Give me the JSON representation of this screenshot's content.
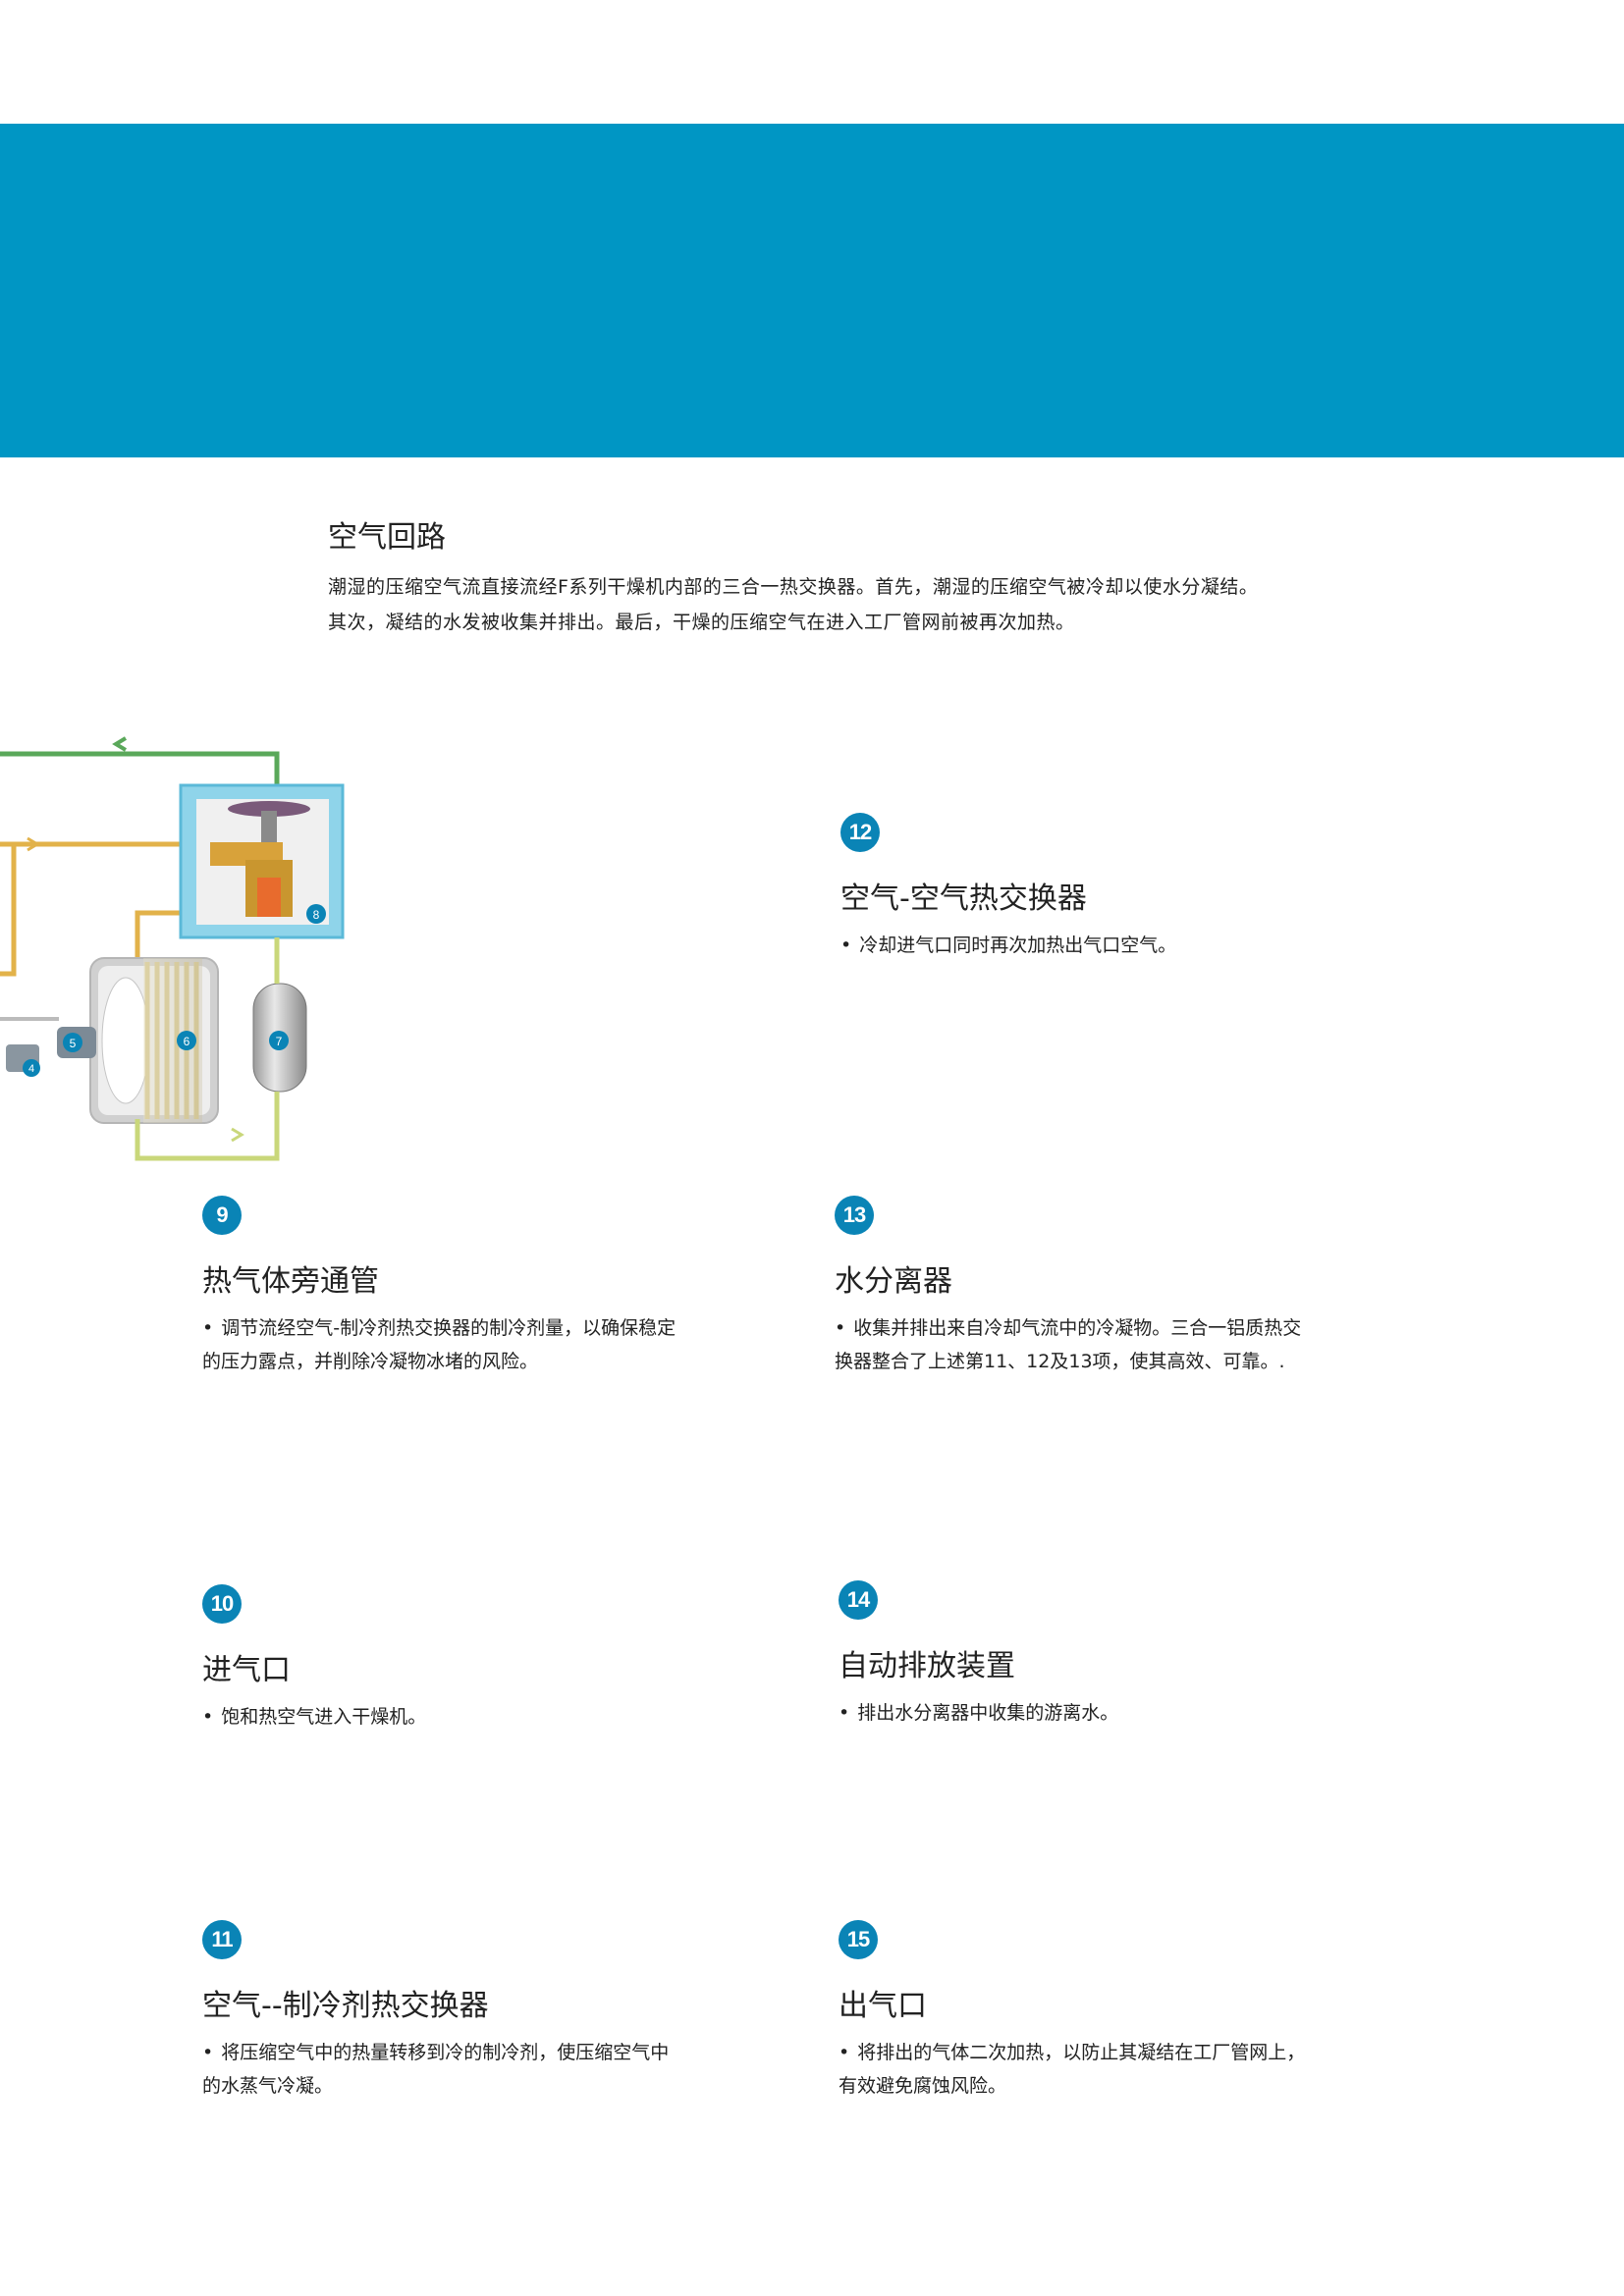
{
  "colors": {
    "banner": "#0096c4",
    "badge": "#0a84b6",
    "pipe_green": "#4caf50",
    "pipe_yellow": "#e2b24a"
  },
  "intro": {
    "title": "空气回路",
    "line1": "潮湿的压缩空气流直接流经F系列干燥机内部的三合一热交换器。首先，潮湿的压缩空气被冷却以使水分凝结。",
    "line2": "其次，凝结的水发被收集并排出。最后，干燥的压缩空气在进入工厂管网前被再次加热。"
  },
  "diagram": {
    "labels": [
      "4",
      "5",
      "6",
      "7",
      "8"
    ]
  },
  "items": [
    {
      "num": "12",
      "title": "空气-空气热交换器",
      "desc1": "冷却进气口同时再次加热出气口空气。",
      "desc2": ""
    },
    {
      "num": "9",
      "title": "热气体旁通管",
      "desc1": "调节流经空气-制冷剂热交换器的制冷剂量，以确保稳定",
      "desc2": "的压力露点，并削除冷凝物冰堵的风险。"
    },
    {
      "num": "13",
      "title": "水分离器",
      "desc1": "收集并排出来自冷却气流中的冷凝物。三合一铝质热交",
      "desc2": "换器整合了上述第11、12及13项，使其高效、可靠。."
    },
    {
      "num": "10",
      "title": "进气口",
      "desc1": "饱和热空气进入干燥机。",
      "desc2": ""
    },
    {
      "num": "14",
      "title": "自动排放装置",
      "desc1": "排出水分离器中收集的游离水。",
      "desc2": ""
    },
    {
      "num": "11",
      "title": "空气--制冷剂热交换器",
      "desc1": "将压缩空气中的热量转移到冷的制冷剂，使压缩空气中",
      "desc2": "的水蒸气冷凝。"
    },
    {
      "num": "15",
      "title": "出气口",
      "desc1": "将排出的气体二次加热，以防止其凝结在工厂管网上，",
      "desc2": "有效避免腐蚀风险。"
    }
  ]
}
